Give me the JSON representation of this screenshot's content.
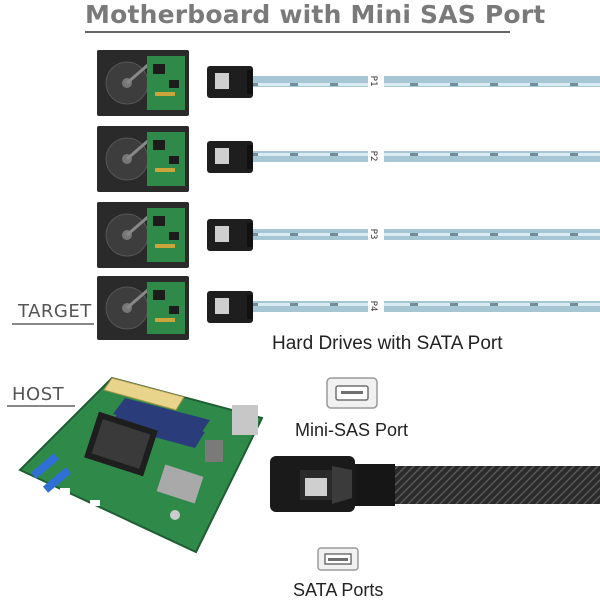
{
  "title": "Motherboard with Mini SAS Port",
  "target_label": "TARGET",
  "host_label": "HOST",
  "drives_caption": "Hard Drives with SATA Port",
  "mini_sas_caption": "Mini-SAS Port",
  "sata_caption": "SATA Ports",
  "cable_tags": [
    "P1",
    "P2",
    "P3",
    "P4"
  ],
  "colors": {
    "cable": "#a7c6d4",
    "cable_stripe": "#d8eaf2",
    "connector": "#1e1e1e",
    "pcb": "#2f8a4a",
    "drive_body": "#2a2a2a",
    "braid": "#2b2b2b"
  }
}
